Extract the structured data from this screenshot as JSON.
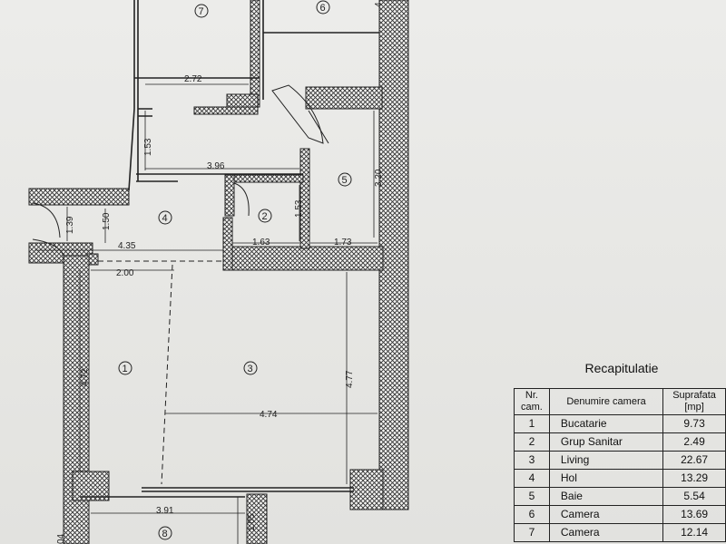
{
  "rooms": [
    {
      "id": "1",
      "label": "1"
    },
    {
      "id": "2",
      "label": "2"
    },
    {
      "id": "3",
      "label": "3"
    },
    {
      "id": "4",
      "label": "4"
    },
    {
      "id": "5",
      "label": "5"
    },
    {
      "id": "6",
      "label": "6"
    },
    {
      "id": "7",
      "label": "7"
    },
    {
      "id": "8",
      "label": "8"
    }
  ],
  "dimensions": {
    "d272": "2.72",
    "d153a": "1.53",
    "d396": "3.96",
    "d320": "3.20",
    "d139": "1.39",
    "d150": "1.50",
    "d435": "4.35",
    "d163": "1.63",
    "d153b": "1.53",
    "d173": "1.73",
    "d200": "2.00",
    "d472": "4.72",
    "d474": "4.74",
    "d477": "4.77",
    "d391": "3.91",
    "d105": "1.05",
    "d04": "04",
    "d4top": "4"
  },
  "recap": {
    "title": "Recapitulatie",
    "headers": {
      "nr": "Nr. cam.",
      "name": "Denumire camera",
      "area": "Suprafata [mp]"
    },
    "rows": [
      {
        "nr": "1",
        "name": "Bucatarie",
        "area": "9.73"
      },
      {
        "nr": "2",
        "name": "Grup Sanitar",
        "area": "2.49"
      },
      {
        "nr": "3",
        "name": "Living",
        "area": "22.67"
      },
      {
        "nr": "4",
        "name": "Hol",
        "area": "13.29"
      },
      {
        "nr": "5",
        "name": "Baie",
        "area": "5.54"
      },
      {
        "nr": "6",
        "name": "Camera",
        "area": "13.69"
      },
      {
        "nr": "7",
        "name": "Camera",
        "area": "12.14"
      }
    ]
  }
}
